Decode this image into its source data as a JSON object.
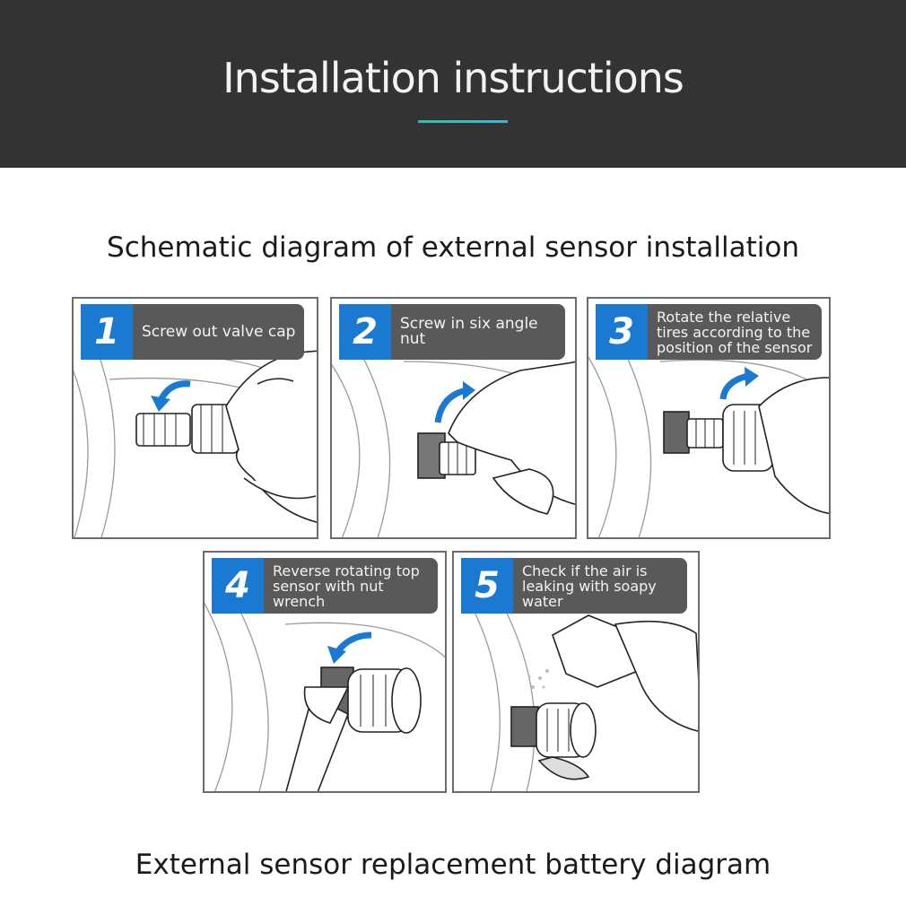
{
  "header": {
    "title": "Installation instructions"
  },
  "sections": {
    "installation_title": "Schematic diagram of external sensor installation",
    "battery_title": "External sensor replacement battery diagram"
  },
  "steps": [
    {
      "number": "1",
      "text": "Screw out valve cap"
    },
    {
      "number": "2",
      "text": "Screw in six angle nut"
    },
    {
      "number": "3",
      "text": "Rotate the relative tires according to the position of the sensor"
    },
    {
      "number": "4",
      "text": "Reverse rotating top sensor with nut wrench"
    },
    {
      "number": "5",
      "text": "Check if the air is leaking with soapy water"
    }
  ],
  "colors": {
    "header_bg": "#333333",
    "step_number_bg": "#1a7ad1",
    "step_label_bg": "#595959",
    "arrow": "#1a7ad1",
    "accent_line": "#2fc1a4"
  }
}
